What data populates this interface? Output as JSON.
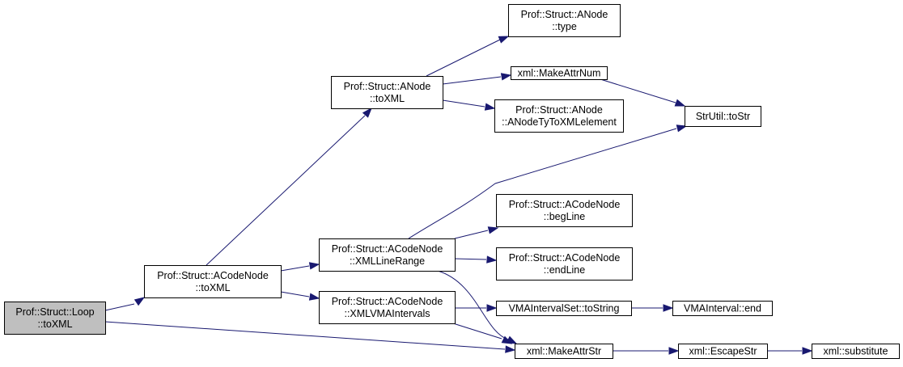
{
  "diagram": {
    "type": "call-graph",
    "colors": {
      "edge": "#191970",
      "node_border": "#000000",
      "node_fill": "#ffffff",
      "root_fill": "#bfbfbf"
    },
    "nodes": [
      {
        "id": "loop_toXML",
        "lines": [
          "Prof::Struct::Loop",
          "::toXML"
        ],
        "root": true
      },
      {
        "id": "acode_toXML",
        "lines": [
          "Prof::Struct::ACodeNode",
          "::toXML"
        ]
      },
      {
        "id": "anode_toXML",
        "lines": [
          "Prof::Struct::ANode",
          "::toXML"
        ]
      },
      {
        "id": "anode_type",
        "lines": [
          "Prof::Struct::ANode",
          "::type"
        ]
      },
      {
        "id": "makeAttrNum",
        "lines": [
          "xml::MakeAttrNum"
        ]
      },
      {
        "id": "anodeTy",
        "lines": [
          "Prof::Struct::ANode",
          "::ANodeTyToXMLelement"
        ]
      },
      {
        "id": "toStr",
        "lines": [
          "StrUtil::toStr"
        ]
      },
      {
        "id": "xmlLineRange",
        "lines": [
          "Prof::Struct::ACodeNode",
          "::XMLLineRange"
        ]
      },
      {
        "id": "begLine",
        "lines": [
          "Prof::Struct::ACodeNode",
          "::begLine"
        ]
      },
      {
        "id": "endLine",
        "lines": [
          "Prof::Struct::ACodeNode",
          "::endLine"
        ]
      },
      {
        "id": "xmlVMA",
        "lines": [
          "Prof::Struct::ACodeNode",
          "::XMLVMAIntervals"
        ]
      },
      {
        "id": "vmaSetToString",
        "lines": [
          "VMAIntervalSet::toString"
        ]
      },
      {
        "id": "vmaEnd",
        "lines": [
          "VMAInterval::end"
        ]
      },
      {
        "id": "makeAttrStr",
        "lines": [
          "xml::MakeAttrStr"
        ]
      },
      {
        "id": "escapeStr",
        "lines": [
          "xml::EscapeStr"
        ]
      },
      {
        "id": "substitute",
        "lines": [
          "xml::substitute"
        ]
      }
    ],
    "edges": [
      {
        "from": "loop_toXML",
        "to": "acode_toXML"
      },
      {
        "from": "loop_toXML",
        "to": "makeAttrStr"
      },
      {
        "from": "acode_toXML",
        "to": "anode_toXML"
      },
      {
        "from": "acode_toXML",
        "to": "xmlLineRange"
      },
      {
        "from": "acode_toXML",
        "to": "xmlVMA"
      },
      {
        "from": "anode_toXML",
        "to": "anode_type"
      },
      {
        "from": "anode_toXML",
        "to": "makeAttrNum"
      },
      {
        "from": "anode_toXML",
        "to": "anodeTy"
      },
      {
        "from": "makeAttrNum",
        "to": "toStr"
      },
      {
        "from": "xmlLineRange",
        "to": "toStr"
      },
      {
        "from": "xmlLineRange",
        "to": "begLine"
      },
      {
        "from": "xmlLineRange",
        "to": "endLine"
      },
      {
        "from": "xmlLineRange",
        "to": "makeAttrStr"
      },
      {
        "from": "xmlVMA",
        "to": "vmaSetToString"
      },
      {
        "from": "xmlVMA",
        "to": "makeAttrStr"
      },
      {
        "from": "vmaSetToString",
        "to": "vmaEnd"
      },
      {
        "from": "makeAttrStr",
        "to": "escapeStr"
      },
      {
        "from": "escapeStr",
        "to": "substitute"
      }
    ]
  }
}
